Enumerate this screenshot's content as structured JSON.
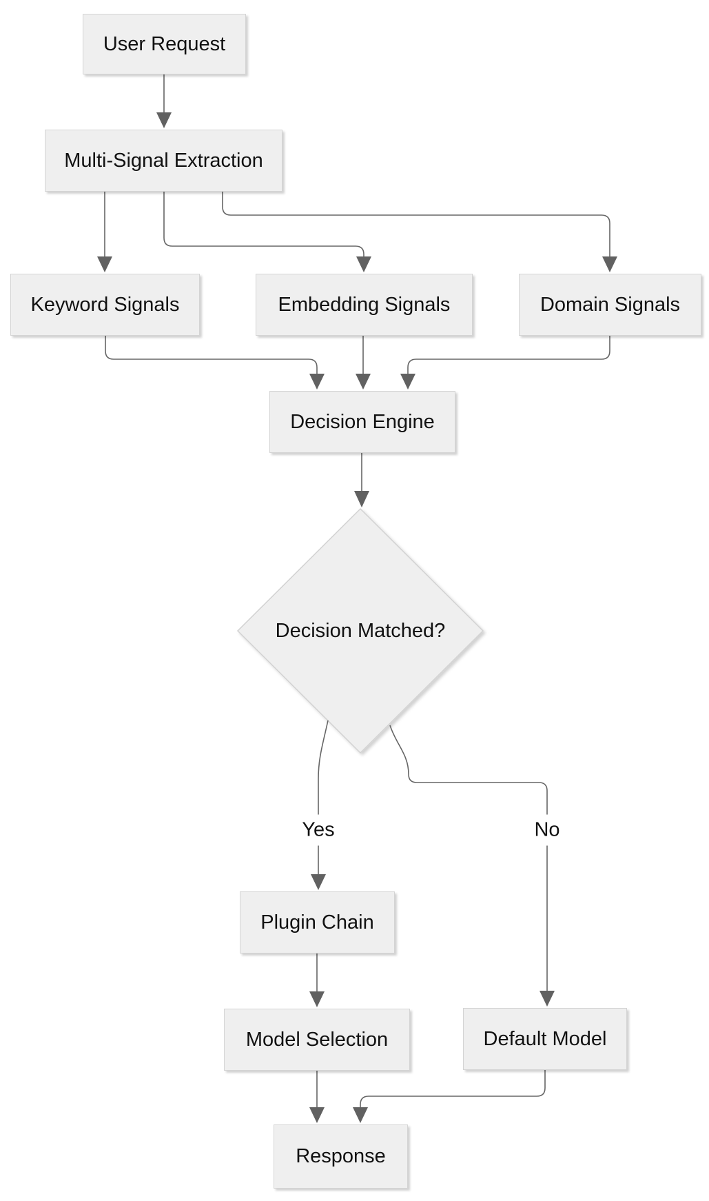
{
  "diagram": {
    "type": "flowchart",
    "direction": "top-down",
    "nodes": [
      {
        "id": "user-request",
        "label": "User Request",
        "shape": "rect"
      },
      {
        "id": "multi-signal-extraction",
        "label": "Multi-Signal Extraction",
        "shape": "rect"
      },
      {
        "id": "keyword-signals",
        "label": "Keyword Signals",
        "shape": "rect"
      },
      {
        "id": "embedding-signals",
        "label": "Embedding Signals",
        "shape": "rect"
      },
      {
        "id": "domain-signals",
        "label": "Domain Signals",
        "shape": "rect"
      },
      {
        "id": "decision-engine",
        "label": "Decision Engine",
        "shape": "rect"
      },
      {
        "id": "decision-matched",
        "label": "Decision Matched?",
        "shape": "diamond"
      },
      {
        "id": "plugin-chain",
        "label": "Plugin Chain",
        "shape": "rect"
      },
      {
        "id": "model-selection",
        "label": "Model Selection",
        "shape": "rect"
      },
      {
        "id": "default-model",
        "label": "Default Model",
        "shape": "rect"
      },
      {
        "id": "response",
        "label": "Response",
        "shape": "rect"
      }
    ],
    "edges": [
      {
        "from": "user-request",
        "to": "multi-signal-extraction",
        "label": ""
      },
      {
        "from": "multi-signal-extraction",
        "to": "keyword-signals",
        "label": ""
      },
      {
        "from": "multi-signal-extraction",
        "to": "embedding-signals",
        "label": ""
      },
      {
        "from": "multi-signal-extraction",
        "to": "domain-signals",
        "label": ""
      },
      {
        "from": "keyword-signals",
        "to": "decision-engine",
        "label": ""
      },
      {
        "from": "embedding-signals",
        "to": "decision-engine",
        "label": ""
      },
      {
        "from": "domain-signals",
        "to": "decision-engine",
        "label": ""
      },
      {
        "from": "decision-engine",
        "to": "decision-matched",
        "label": ""
      },
      {
        "from": "decision-matched",
        "to": "plugin-chain",
        "label": "Yes"
      },
      {
        "from": "decision-matched",
        "to": "default-model",
        "label": "No"
      },
      {
        "from": "plugin-chain",
        "to": "model-selection",
        "label": ""
      },
      {
        "from": "model-selection",
        "to": "response",
        "label": ""
      },
      {
        "from": "default-model",
        "to": "response",
        "label": ""
      }
    ],
    "colors": {
      "node_fill": "#efefef",
      "node_border": "#d4d4d4",
      "edge": "#666666",
      "text": "#111111",
      "background": "#ffffff"
    }
  }
}
